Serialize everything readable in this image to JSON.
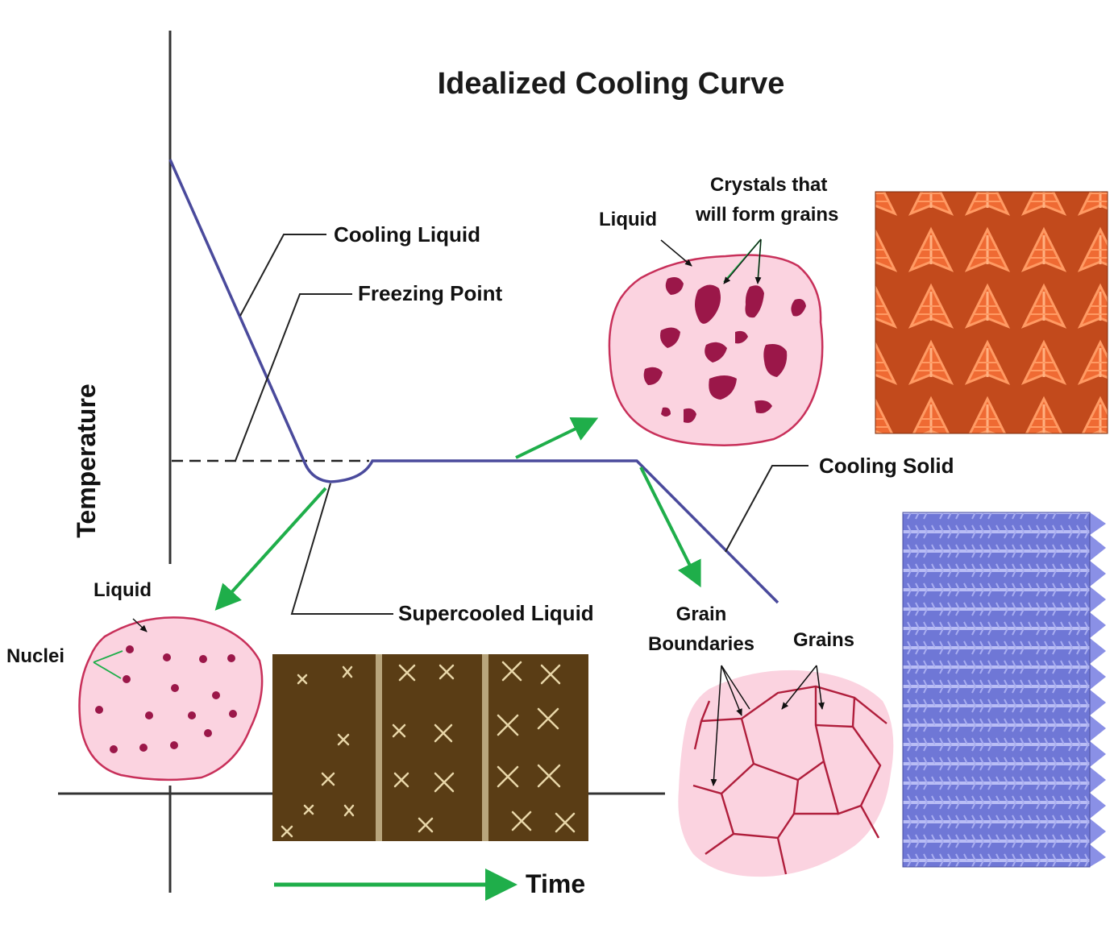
{
  "title": "Idealized Cooling Curve",
  "axes": {
    "x_label": "Time",
    "y_label": "Temperature"
  },
  "curve_labels": {
    "cooling_liquid": "Cooling Liquid",
    "freezing_point": "Freezing Point",
    "supercooled_liquid": "Supercooled Liquid",
    "cooling_solid": "Cooling Solid"
  },
  "nucleation_panel": {
    "liquid": "Liquid",
    "nuclei": "Nuclei"
  },
  "crystal_panel": {
    "liquid": "Liquid",
    "crystals_line1": "Crystals that",
    "crystals_line2": "will form grains"
  },
  "grain_panel": {
    "boundaries_line1": "Grain",
    "boundaries_line2": "Boundaries",
    "grains": "Grains"
  },
  "colors": {
    "curve": "#4a4a9c",
    "arrow": "#1fae4a",
    "blob_fill": "#fbd3e0",
    "blob_edge": "#c8305a",
    "crystal": "#9b1749",
    "grain_line": "#b01e3c",
    "photo_orange": "#e8602a",
    "photo_brown": "#6b4a1c",
    "photo_blue": "#7d83e0"
  }
}
